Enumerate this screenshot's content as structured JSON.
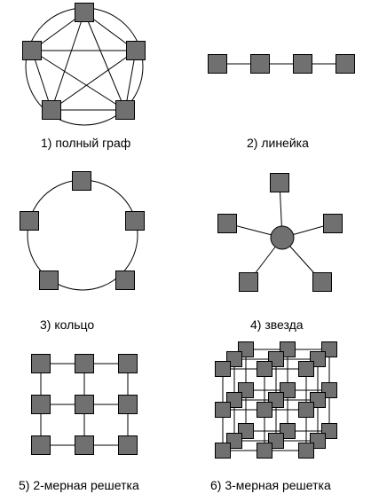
{
  "captions": {
    "full_graph": "1) полный граф",
    "line": "2) линейка",
    "ring": "3) кольцо",
    "star": "4) звезда",
    "mesh_2d": "5) 2-мерная решетка",
    "mesh_3d": "6) 3-мерная решетка"
  },
  "colors": {
    "node_fill": "#707070",
    "edge": "#000000",
    "background": "#ffffff"
  }
}
